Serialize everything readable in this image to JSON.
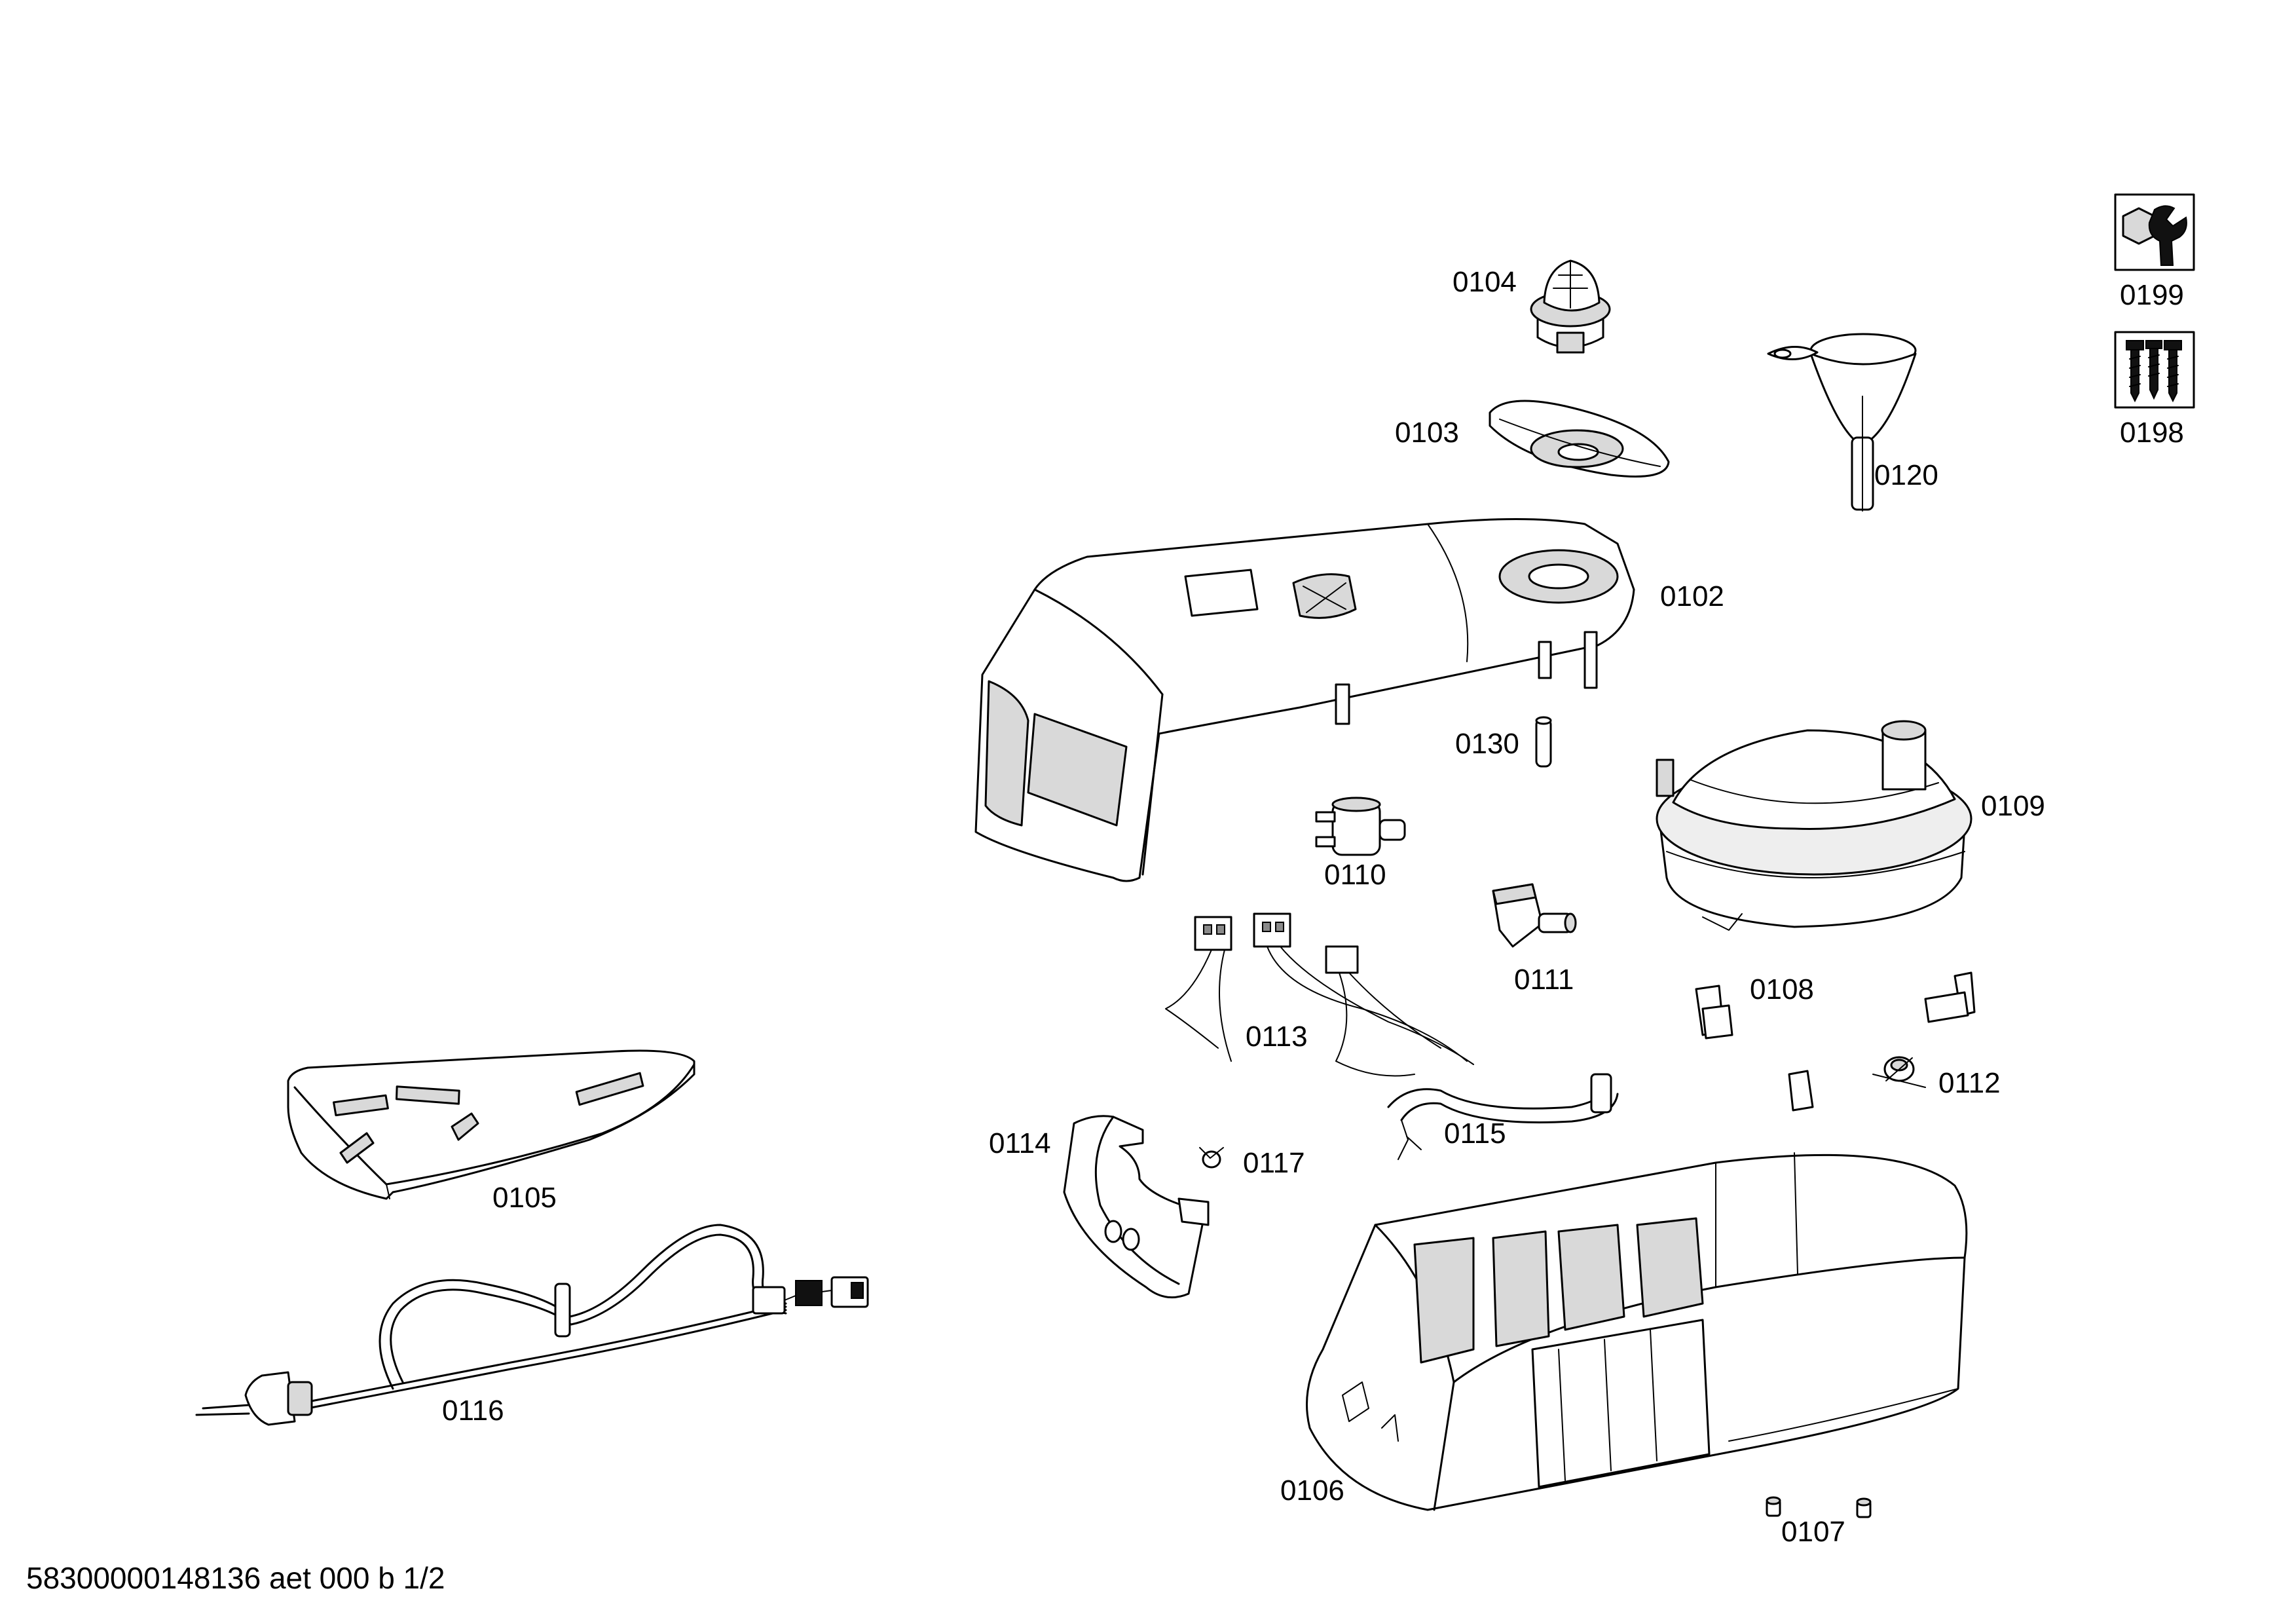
{
  "labels": {
    "p0104": "0104",
    "p0103": "0103",
    "p0120": "0120",
    "p0102": "0102",
    "p0130": "0130",
    "p0109": "0109",
    "p0110": "0110",
    "p0111": "0111",
    "p0108": "0108",
    "p0113": "0113",
    "p0112": "0112",
    "p0114": "0114",
    "p0115": "0115",
    "p0117": "0117",
    "p0105": "0105",
    "p0106": "0106",
    "p0107": "0107",
    "p0116": "0116",
    "p0199": "0199",
    "p0198": "0198"
  },
  "footer": "58300000148136 aet 000 b 1/2",
  "icons": {
    "tool_kit": "nut-and-wrench-icon",
    "screw_kit": "screws-icon"
  }
}
